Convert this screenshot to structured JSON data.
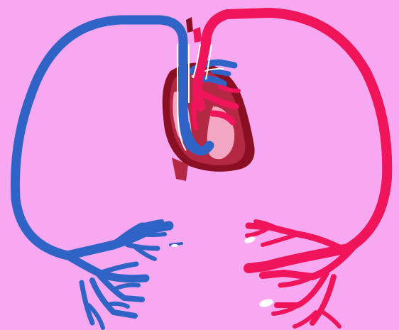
{
  "diagram": {
    "subject": "circulatory-loop",
    "colors": {
      "background": "#f7a8f1",
      "venous_blue": "#2f64c6",
      "arterial_red": "#f0145a",
      "heart_dark": "#8a0f22",
      "heart_mid": "#b42844",
      "heart_pink": "#f2a6c2",
      "white": "#ffffff"
    },
    "parts": [
      "heart",
      "vena-cava",
      "aorta",
      "venous-capillaries",
      "arterial-capillaries"
    ]
  }
}
